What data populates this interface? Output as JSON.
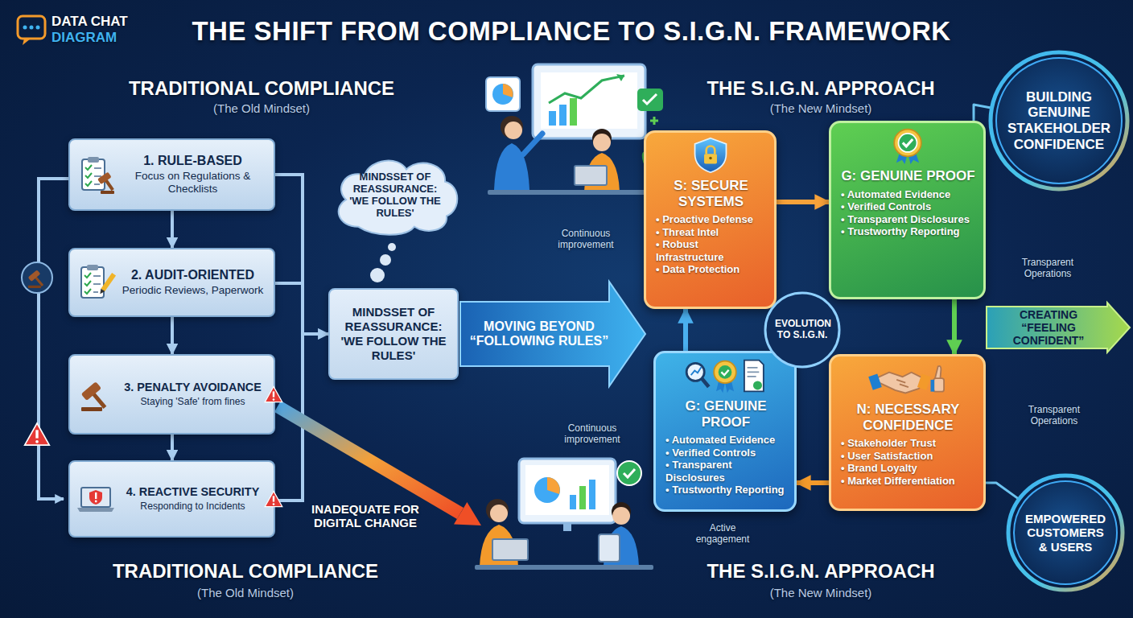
{
  "diagram": {
    "title": "THE SHIFT FROM COMPLIANCE TO S.I.G.N. FRAMEWORK",
    "nodes": [
      {
        "text": [
          "1. RULE-BASED",
          "Focus on Regulations & Checklists"
        ]
      },
      {
        "text": [
          "2. AUDIT-ORIENTED",
          "Periodic Reviews, Paperwork"
        ]
      },
      {
        "text": [
          "3. PENALTY AVOIDANCE",
          "Staying 'Safe' from fines"
        ]
      },
      {
        "text": [
          "4. REACTIVE SECURITY",
          "Responding to Incidents"
        ]
      },
      {
        "text": [
          "MINDSSET OF REASSURANCE: 'WE FOLLOW THE RULES'"
        ]
      },
      {
        "text": [
          "MINDSSET OF REASSURANCE: 'WE FOLLOW THE RULES'"
        ]
      },
      {
        "text": [
          "MOVING BEYOND “FOLLOWING RULES”"
        ]
      },
      {
        "text": [
          "S: SECURE SYSTEMS",
          "• Proactive Defense",
          "• Threat Intel",
          "• Robust Infrastructure",
          "• Data Protection"
        ]
      },
      {
        "text": [
          "G: GENUINE PROOF",
          "• Automated Evidence",
          "• Verified Controls",
          "• Transparent Disclosures",
          "• Trustworthy Reporting"
        ]
      },
      {
        "text": [
          "EVOLUTION TO S.I.G.N."
        ]
      },
      {
        "text": [
          "G: GENUINE PROOF",
          "• Automated Evidence",
          "• Verified Controls",
          "• Transparent Disclosures",
          "• Trustworthy Reporting"
        ]
      },
      {
        "text": [
          "N: NECESSARY CONFIDENCE",
          "• Stakeholder Trust",
          "• User Satisfaction",
          "• Brand Loyalty",
          "• Market Differentiation"
        ]
      },
      {
        "text": [
          "CREATING “FEELING CONFIDENT”"
        ]
      },
      {
        "text": [
          "BUILDING GENUINE STAKEHOLDER CONFIDENCE"
        ]
      },
      {
        "text": [
          "EMPOWERED CUSTOMERS & USERS"
        ]
      }
    ],
    "edges": [
      {
        "from": 0,
        "to": 1,
        "arrow": "to"
      },
      {
        "from": 1,
        "to": 2,
        "arrow": "to"
      },
      {
        "from": 2,
        "to": 3,
        "arrow": "to"
      },
      {
        "from": 1,
        "to": 5,
        "arrow": "to"
      },
      {
        "from": 7,
        "to": 8,
        "arrow": "to"
      },
      {
        "from": 8,
        "to": 11,
        "arrow": "to"
      },
      {
        "from": 11,
        "to": 10,
        "arrow": "to"
      },
      {
        "from": 10,
        "to": 7,
        "arrow": "to"
      },
      {
        "from": 8,
        "to": 13,
        "arrow": "none"
      },
      {
        "from": 11,
        "to": 14,
        "arrow": "none"
      }
    ],
    "labels": [
      "DATA CHAT",
      "DIAGRAM",
      "TRADITIONAL COMPLIANCE",
      "(The Old Mindset)",
      "THE S.I.G.N. APPROACH",
      "(The New Mindset)",
      "Continuous improvement",
      "INADEQUATE FOR DIGITAL CHANGE",
      "Continuous improvement",
      "Transparent Operations",
      "Transparent Operations",
      "Active engagement",
      "TRADITIONAL COMPLIANCE",
      "(The Old Mindset)",
      "THE S.I.G.N. APPROACH",
      "(The New Mindset)"
    ]
  }
}
